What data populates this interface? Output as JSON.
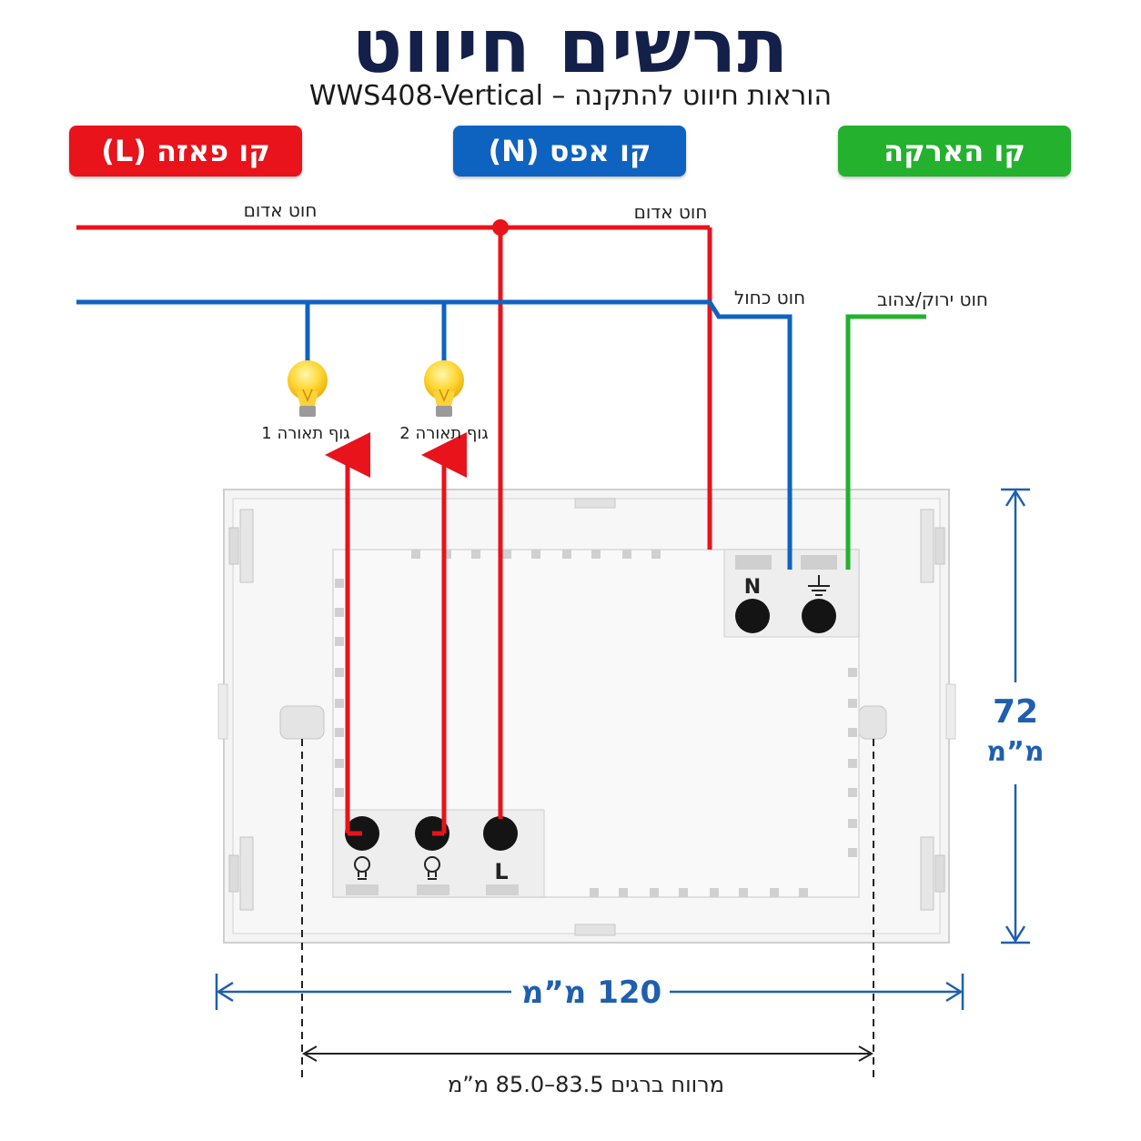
{
  "title": "תרשים חיווט",
  "subtitle": "WWS408-Vertical – הוראות חיווט להתקנה",
  "badges": {
    "phase": {
      "label": "קו פאזה (L)",
      "color": "#e8131b"
    },
    "neutral": {
      "label": "קו אפס (N)",
      "color": "#0f63c0"
    },
    "ground": {
      "label": "קו הארקה",
      "color": "#23b12e"
    }
  },
  "wires": {
    "red_wire_left": "חוט אדום",
    "red_wire_right": "חוט אדום",
    "blue_wire": "חוט כחול",
    "green_yellow_wire": "חוט ירוק/צהוב"
  },
  "lamps": {
    "lamp1": "גוף תאורה 1",
    "lamp2": "גוף תאורה 2"
  },
  "terminals": {
    "neutral": "N",
    "line": "L"
  },
  "dimensions": {
    "height_value": "72",
    "height_unit": "מ”מ",
    "width_label": "120 מ”מ",
    "screw_spacing_label": "מרווח ברגים 83.5–85.0 מ”מ"
  },
  "colors": {
    "red": "#e8131b",
    "blue": "#0f63c0",
    "green": "#23b12e",
    "dimension_blue": "#1f5fae",
    "title_navy": "#13204a"
  }
}
